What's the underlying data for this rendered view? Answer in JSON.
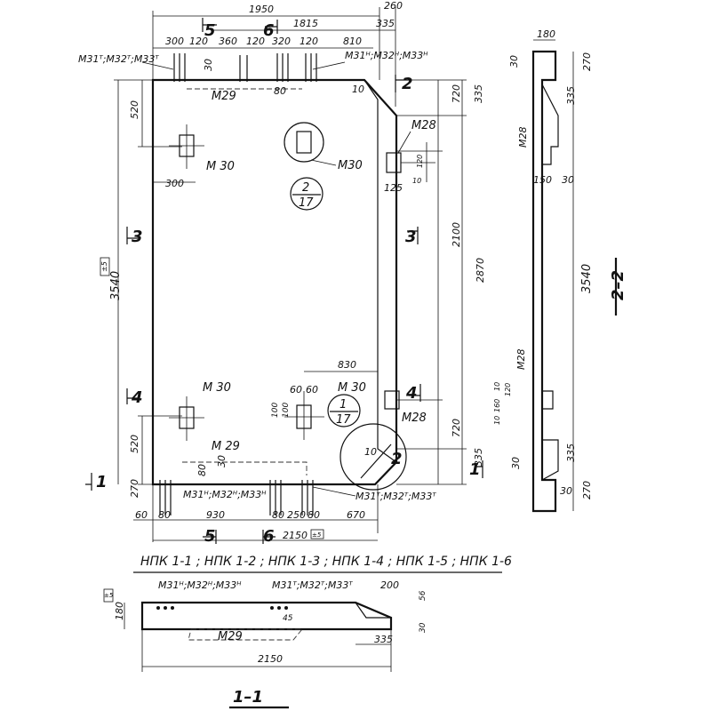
{
  "plan": {
    "dims_top": {
      "overall_1950": "1950",
      "d_260": "260",
      "d_1815": "1815",
      "d_335": "335",
      "d_300": "300",
      "d_120a": "120",
      "d_360": "360",
      "d_120b": "120",
      "d_320": "320",
      "d_120c": "120",
      "d_810": "810",
      "d_30": "30",
      "d_80": "80",
      "d_10": "10"
    },
    "dims_left": {
      "d_520a": "520",
      "d_3540": "3540",
      "d_520b": "520",
      "d_270": "270",
      "tol": "±5"
    },
    "dims_right": {
      "d_720a": "720",
      "d_335a": "335",
      "d_2100": "2100",
      "d_2870": "2870",
      "d_720b": "720",
      "d_335b": "335",
      "d_10": "10",
      "d_120": "120",
      "d_125": "125"
    },
    "dims_bottom": {
      "d_60": "60",
      "d_80a": "80",
      "d_930": "930",
      "d_80b": "80",
      "d_250": "250",
      "d_80c": "80",
      "d_670": "670",
      "overall_2150": "2150",
      "tol": "±5"
    },
    "dims_inner": {
      "d_300": "300",
      "d_830": "830",
      "d_60a": "60",
      "d_60b": "60",
      "d_100a": "100",
      "d_100b": "100",
      "d_30": "30",
      "d_80": "80",
      "d_10": "10"
    },
    "labels": {
      "m31t_group": "M31ᵀ;M32ᵀ;M33ᵀ",
      "m31h_group": "M31ᴴ;M32ᴴ;M33ᴴ",
      "m31h_bottom": "M31ᴴ;M32ᴴ;M33ᴴ",
      "m31t_bottom": "M31ᵀ;M32ᵀ;M33ᵀ",
      "m29_top": "M29",
      "m29_bottom": "M 29",
      "m30_a": "M 30",
      "m30_b": "M30",
      "m30_c": "M 30",
      "m30_d": "M 30",
      "m28_a": "M28",
      "m28_b": "M28"
    },
    "sections": {
      "s5": "5",
      "s6": "6",
      "s3": "3",
      "s4": "4",
      "s1": "1",
      "s2": "2"
    },
    "callouts": [
      {
        "num": "2",
        "den": "17"
      },
      {
        "num": "1",
        "den": "17"
      }
    ]
  },
  "section22": {
    "title": "2–2",
    "dims": {
      "d_180": "180",
      "d_270a": "270",
      "d_30a": "30",
      "d_335a": "335",
      "d_150": "150",
      "d_30b": "30",
      "d_3540": "3540",
      "d_10": "10",
      "d_120": "120",
      "d_160": "160",
      "d_10b": "10",
      "d_335b": "335",
      "d_30c": "30",
      "d_30d": "30",
      "d_270b": "270"
    },
    "labels": {
      "m28_a": "M28",
      "m28_b": "M28"
    }
  },
  "caption": "НПК 1-1 ; НПК 1-2 ; НПК 1-3 ; НПК 1-4 ; НПК 1-5 ; НПК 1-6",
  "section11": {
    "title": "1–1",
    "dims": {
      "d_180": "180",
      "tol": "±5",
      "d_200": "200",
      "d_56": "56",
      "d_45": "45",
      "d_335": "335",
      "d_30": "30",
      "overall_2150": "2150"
    },
    "labels": {
      "m31h": "M31ᴴ;M32ᴴ;M33ᴴ",
      "m31t": "M31ᵀ;M32ᵀ;M33ᵀ",
      "m29": "M29"
    }
  }
}
